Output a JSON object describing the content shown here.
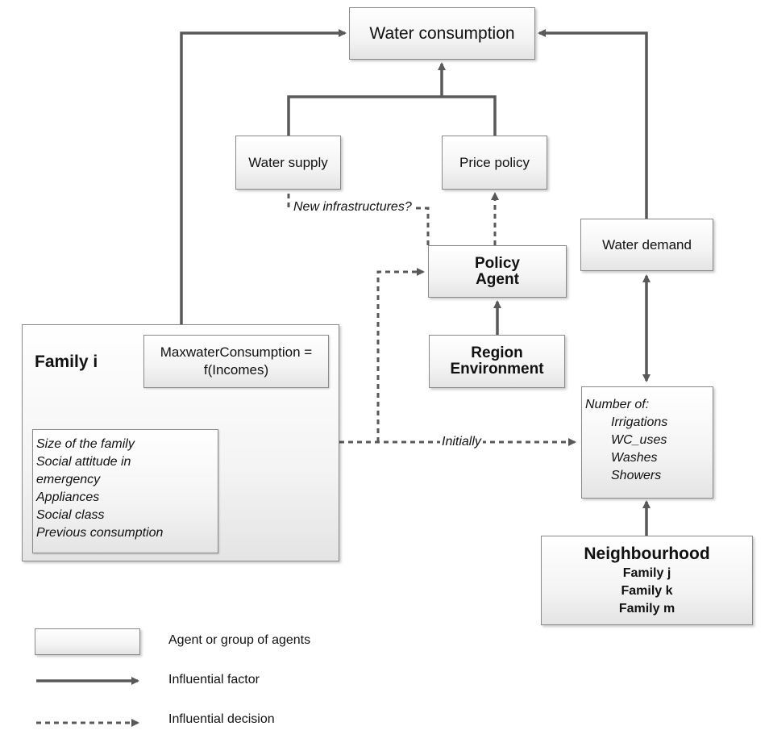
{
  "nodes": {
    "water_consumption": "Water consumption",
    "water_supply": "Water supply",
    "price_policy": "Price policy",
    "water_demand": "Water demand",
    "policy_agent": [
      "Policy",
      "Agent"
    ],
    "region_environment": [
      "Region",
      "Environment"
    ],
    "family_i": {
      "title": "Family i",
      "max_formula": [
        "MaxwaterConsumption =",
        "f(Incomes)"
      ],
      "attributes": [
        "Size of the family",
        "Social attitude in",
        "emergency",
        "Appliances",
        "Social class",
        "Previous consumption"
      ]
    },
    "number_of": {
      "heading": "Number of:",
      "items": [
        "Irrigations",
        "WC_uses",
        "Washes",
        "Showers"
      ]
    },
    "neighbourhood": {
      "title": "Neighbourhood",
      "members": [
        "Family j",
        "Family k",
        "Family m"
      ]
    }
  },
  "edge_labels": {
    "new_infrastructures": "New infrastructures?",
    "initially": "Initially"
  },
  "legend": {
    "agent": "Agent or group of agents",
    "factor": "Influential factor",
    "decision": "Influential decision"
  },
  "colors": {
    "edge": "#595959",
    "border": "#8a8a8a"
  }
}
